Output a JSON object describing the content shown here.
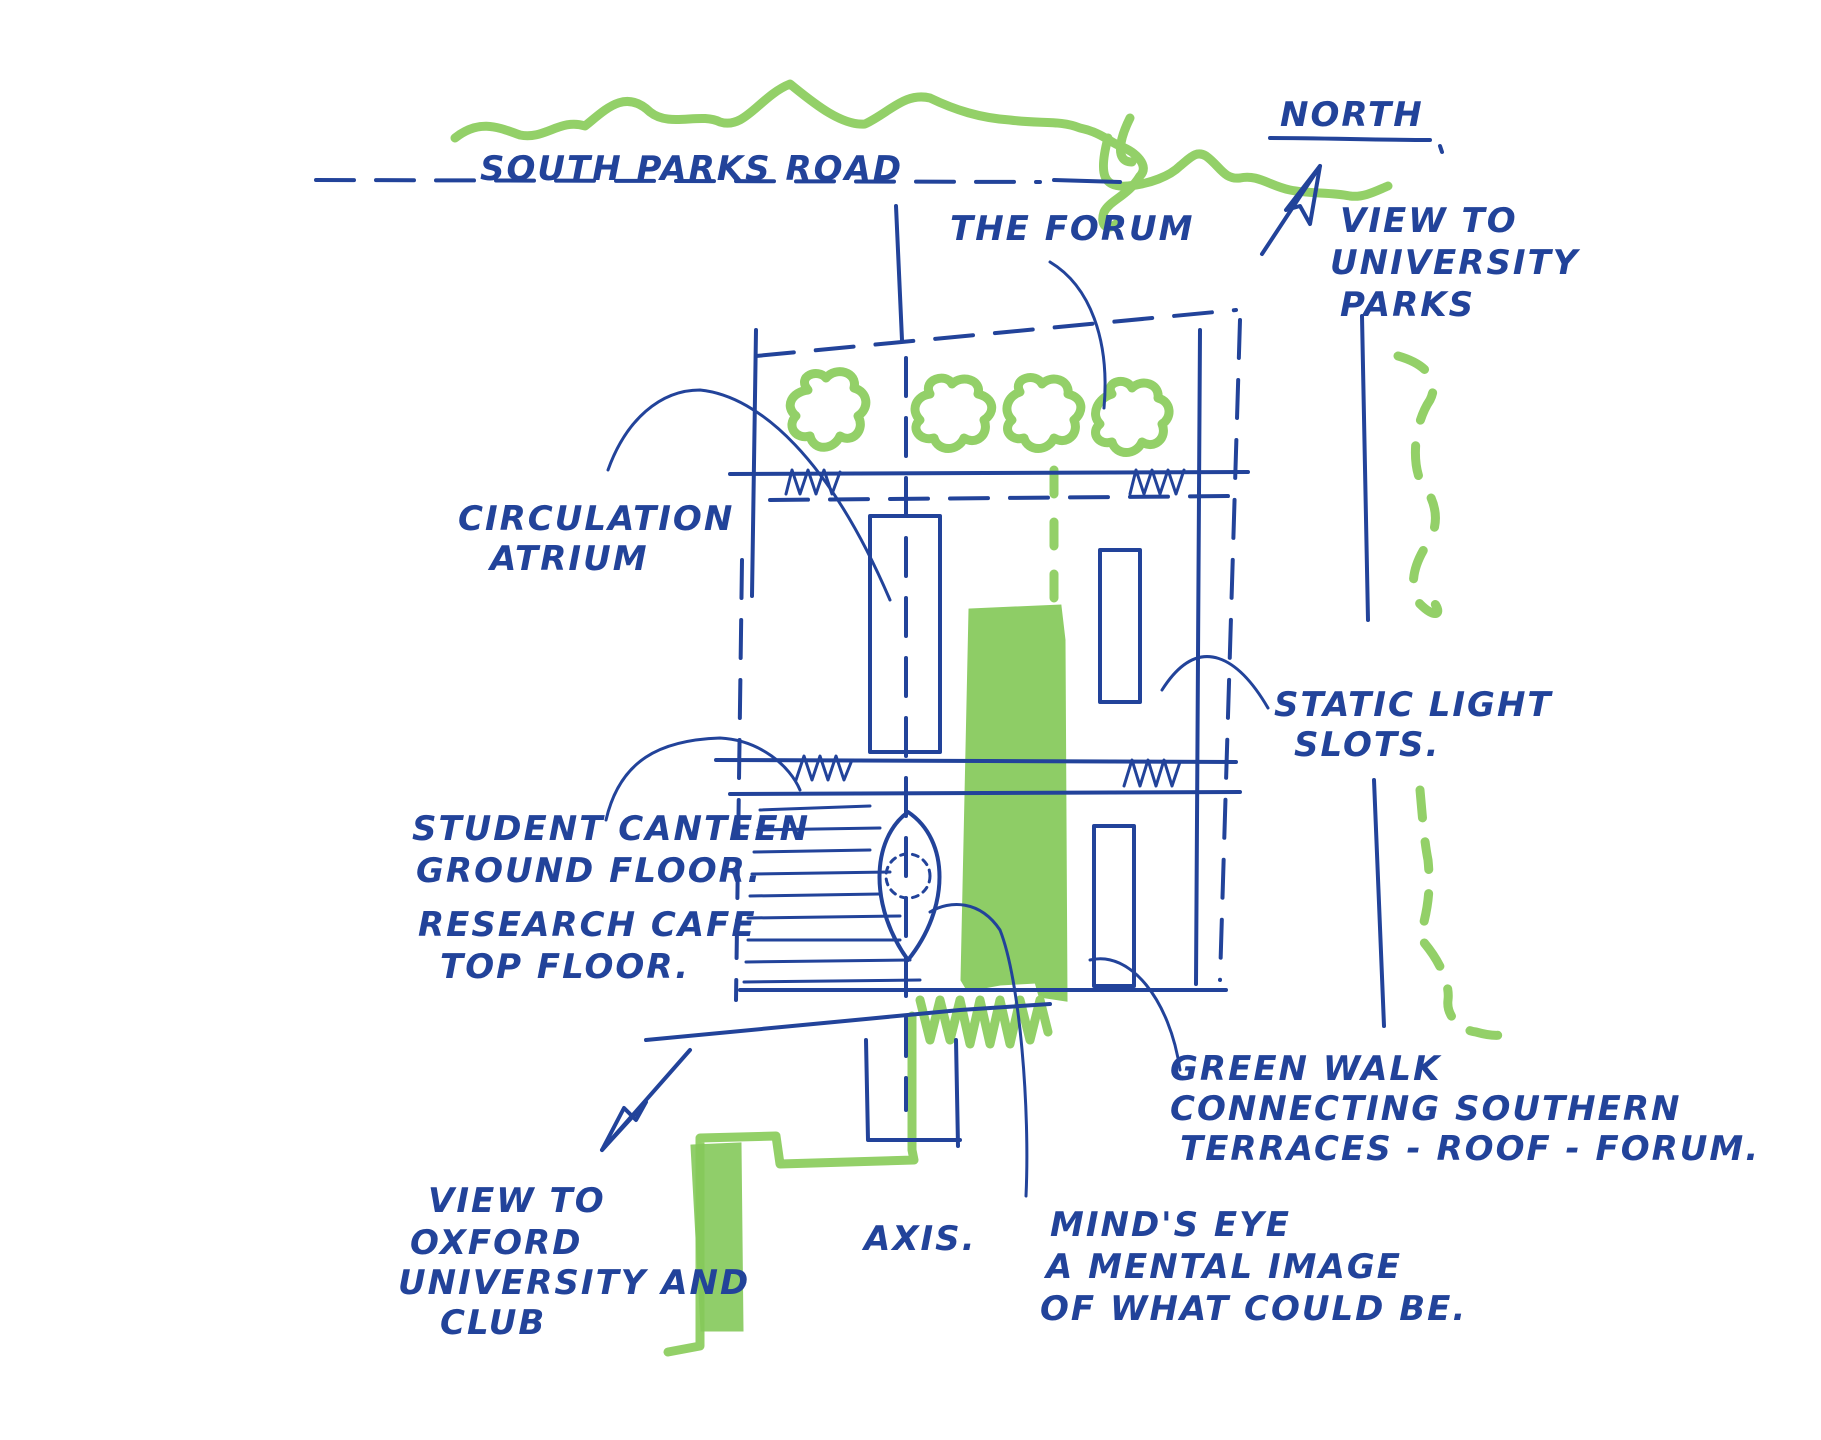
{
  "north_label": "NORTH",
  "road_label": "SOUTH PARKS ROAD",
  "annotations": {
    "forum": "THE FORUM",
    "view_parks": [
      "VIEW TO",
      "UNIVERSITY",
      "PARKS"
    ],
    "circulation": [
      "CIRCULATION",
      "ATRIUM"
    ],
    "light_slots": [
      "STATIC LIGHT",
      "SLOTS."
    ],
    "canteen": [
      "STUDENT CANTEEN",
      "GROUND FLOOR.",
      "RESEARCH CAFE",
      "TOP FLOOR."
    ],
    "green_walk": [
      "GREEN WALK",
      "CONNECTING SOUTHERN",
      "TERRACES - ROOF - FORUM."
    ],
    "view_oxford": [
      "VIEW TO",
      "OXFORD",
      "UNIVERSITY AND",
      "CLUB"
    ],
    "axis": "AXIS.",
    "minds_eye": [
      "MIND'S EYE",
      "A MENTAL IMAGE",
      "OF WHAT COULD BE."
    ]
  },
  "colors": {
    "ink_blue": "#22439a",
    "marker_green": "#93d068"
  }
}
